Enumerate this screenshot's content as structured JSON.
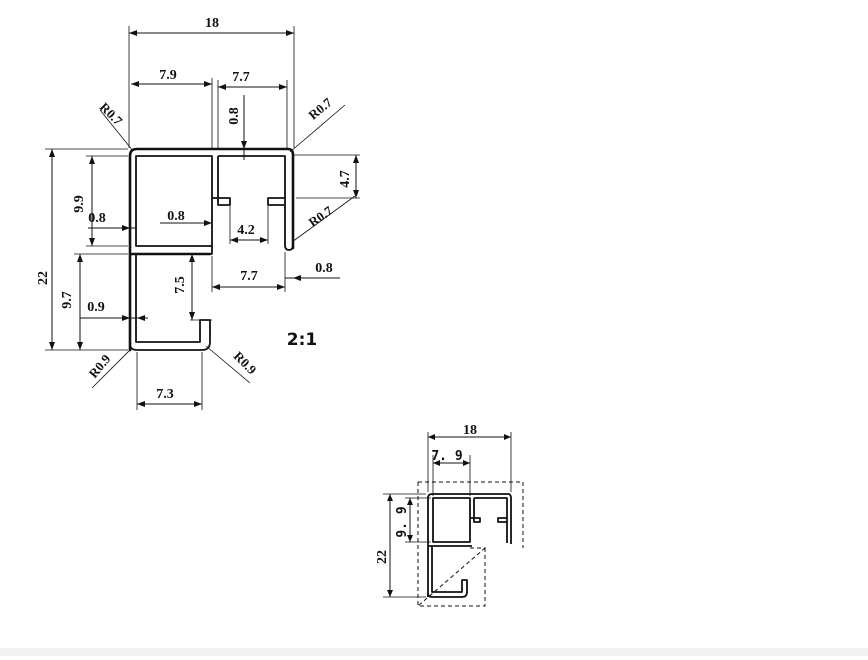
{
  "large_view": {
    "dims": {
      "overall_width": "18",
      "top_left_width": "7.9",
      "top_right_width": "7.7",
      "top_wall": "0.8",
      "radius_top_left": "R0.7",
      "radius_top_right": "R0.7",
      "right_height": "4.7",
      "upper_height": "9.9",
      "inner_wall_left": "0.8",
      "inner_wall_mid": "0.8",
      "slot_width": "4.2",
      "radius_right_lip": "R0.7",
      "overall_height": "22",
      "lower_height": "9.7",
      "lower_wall": "0.9",
      "lip_height": "7.5",
      "lower_right_width": "7.7",
      "lower_right_wall": "0.8",
      "radius_bottom_left": "R0.9",
      "radius_bottom_right": "R0.9",
      "bottom_width": "7.3"
    },
    "scale_label": "2:1"
  },
  "small_view": {
    "dims": {
      "overall_width": "18",
      "top_left_width": "7. 9",
      "upper_height": "9. 9",
      "overall_height": "22"
    }
  }
}
